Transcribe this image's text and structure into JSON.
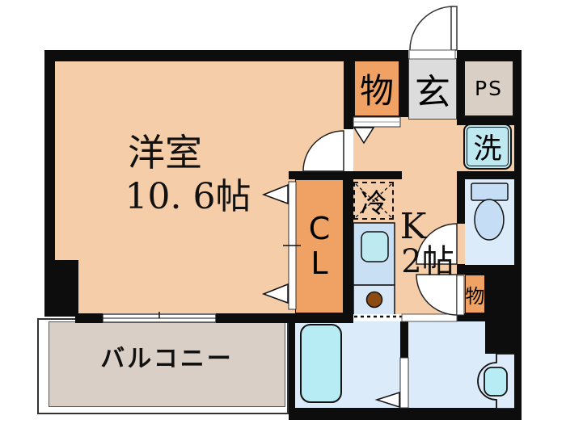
{
  "floorplan": {
    "type": "apartment-1K-floor-plan",
    "rooms": {
      "western_room": {
        "name": "洋室",
        "size": "10. 6帖"
      },
      "kitchen": {
        "name": "K",
        "size": "2帖"
      },
      "balcony": {
        "label": "バルコニー"
      },
      "closet": {
        "line1": "C",
        "line2": "L"
      },
      "entrance": {
        "label": "玄"
      },
      "pipe_space": {
        "label": "PS"
      },
      "washer_space": {
        "label": "洗"
      },
      "refrigerator_space": {
        "label": "冷"
      },
      "storage_hall": {
        "label": "物"
      },
      "storage_washroom": {
        "label": "物"
      }
    },
    "colors": {
      "room_floor": "#F5CDA8",
      "storage_orange": "#EFA263",
      "entrance_gray": "#DCDCDC",
      "pipe_space_tan": "#D9CFC5",
      "balcony_floor": "#D9CFC6",
      "wet_area_floor": "#DCEBF9",
      "fixture_blue": "#C5DDF5",
      "tub_cyan": "#B7ECF4",
      "counter_blue": "#C9E0F4",
      "burner_brown": "#8C4B12",
      "wall_black": "#0d0d0d"
    }
  }
}
